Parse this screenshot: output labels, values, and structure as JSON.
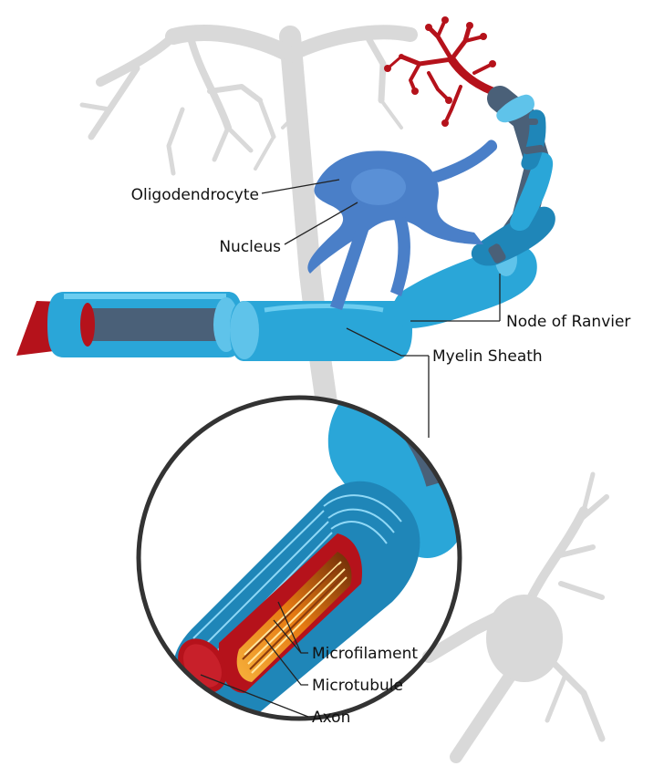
{
  "labels": {
    "oligodendrocyte": "Oligodendrocyte",
    "nucleus": "Nucleus",
    "node_of_ranvier": "Node of Ranvier",
    "myelin_sheath": "Myelin Sheath",
    "microfilament": "Microfilament",
    "microtubule": "Microtubule",
    "axon": "Axon"
  },
  "colors": {
    "myelin": "#2aa6d8",
    "myelin_light": "#5fc3ea",
    "myelin_dark": "#1f86b8",
    "axon_core": "#4a6078",
    "oligodendrocyte": "#4a7fc8",
    "axon_red": "#b5121b",
    "interior_orange": "#f08a1c",
    "background_neuron": "#d9d9d9",
    "magnifier_ring": "#333333"
  }
}
